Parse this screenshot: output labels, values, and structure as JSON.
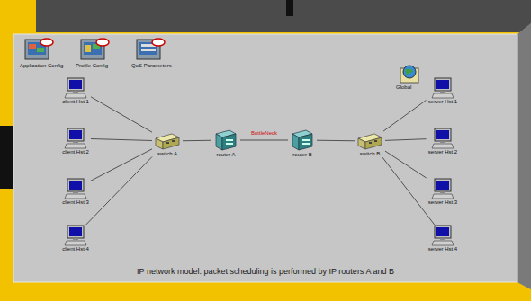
{
  "diagram": {
    "caption": "IP network model: packet scheduling is performed by IP routers A and B",
    "nodes": [
      {
        "text": [
          "client Hst 1"
        ]
      },
      {
        "text": [
          "client Hst 2"
        ]
      },
      {
        "text": [
          "client Hst 3"
        ]
      },
      {
        "text": [
          "client Hst 4"
        ]
      },
      {
        "text": [
          "switch A"
        ]
      },
      {
        "text": [
          "router A"
        ]
      },
      {
        "text": [
          "router B"
        ]
      },
      {
        "text": [
          "switch B"
        ]
      },
      {
        "text": [
          "server Hst 1"
        ]
      },
      {
        "text": [
          "server Hst 2"
        ]
      },
      {
        "text": [
          "server Hst 3"
        ]
      },
      {
        "text": [
          "server Hst 4"
        ]
      }
    ],
    "edges": [
      {
        "from": 0,
        "to": 4,
        "arrow": "none"
      },
      {
        "from": 1,
        "to": 4,
        "arrow": "none"
      },
      {
        "from": 2,
        "to": 4,
        "arrow": "none"
      },
      {
        "from": 3,
        "to": 4,
        "arrow": "none"
      },
      {
        "from": 4,
        "to": 5,
        "arrow": "none"
      },
      {
        "from": 5,
        "to": 6,
        "label": "BottleNeck",
        "arrow": "none"
      },
      {
        "from": 6,
        "to": 7,
        "arrow": "none"
      },
      {
        "from": 7,
        "to": 8,
        "arrow": "none"
      },
      {
        "from": 7,
        "to": 9,
        "arrow": "none"
      },
      {
        "from": 7,
        "to": 10,
        "arrow": "none"
      },
      {
        "from": 7,
        "to": 11,
        "arrow": "none"
      }
    ],
    "labels": [
      "Application Config",
      "Profile Config",
      "QoS Parameters",
      "Global"
    ]
  }
}
